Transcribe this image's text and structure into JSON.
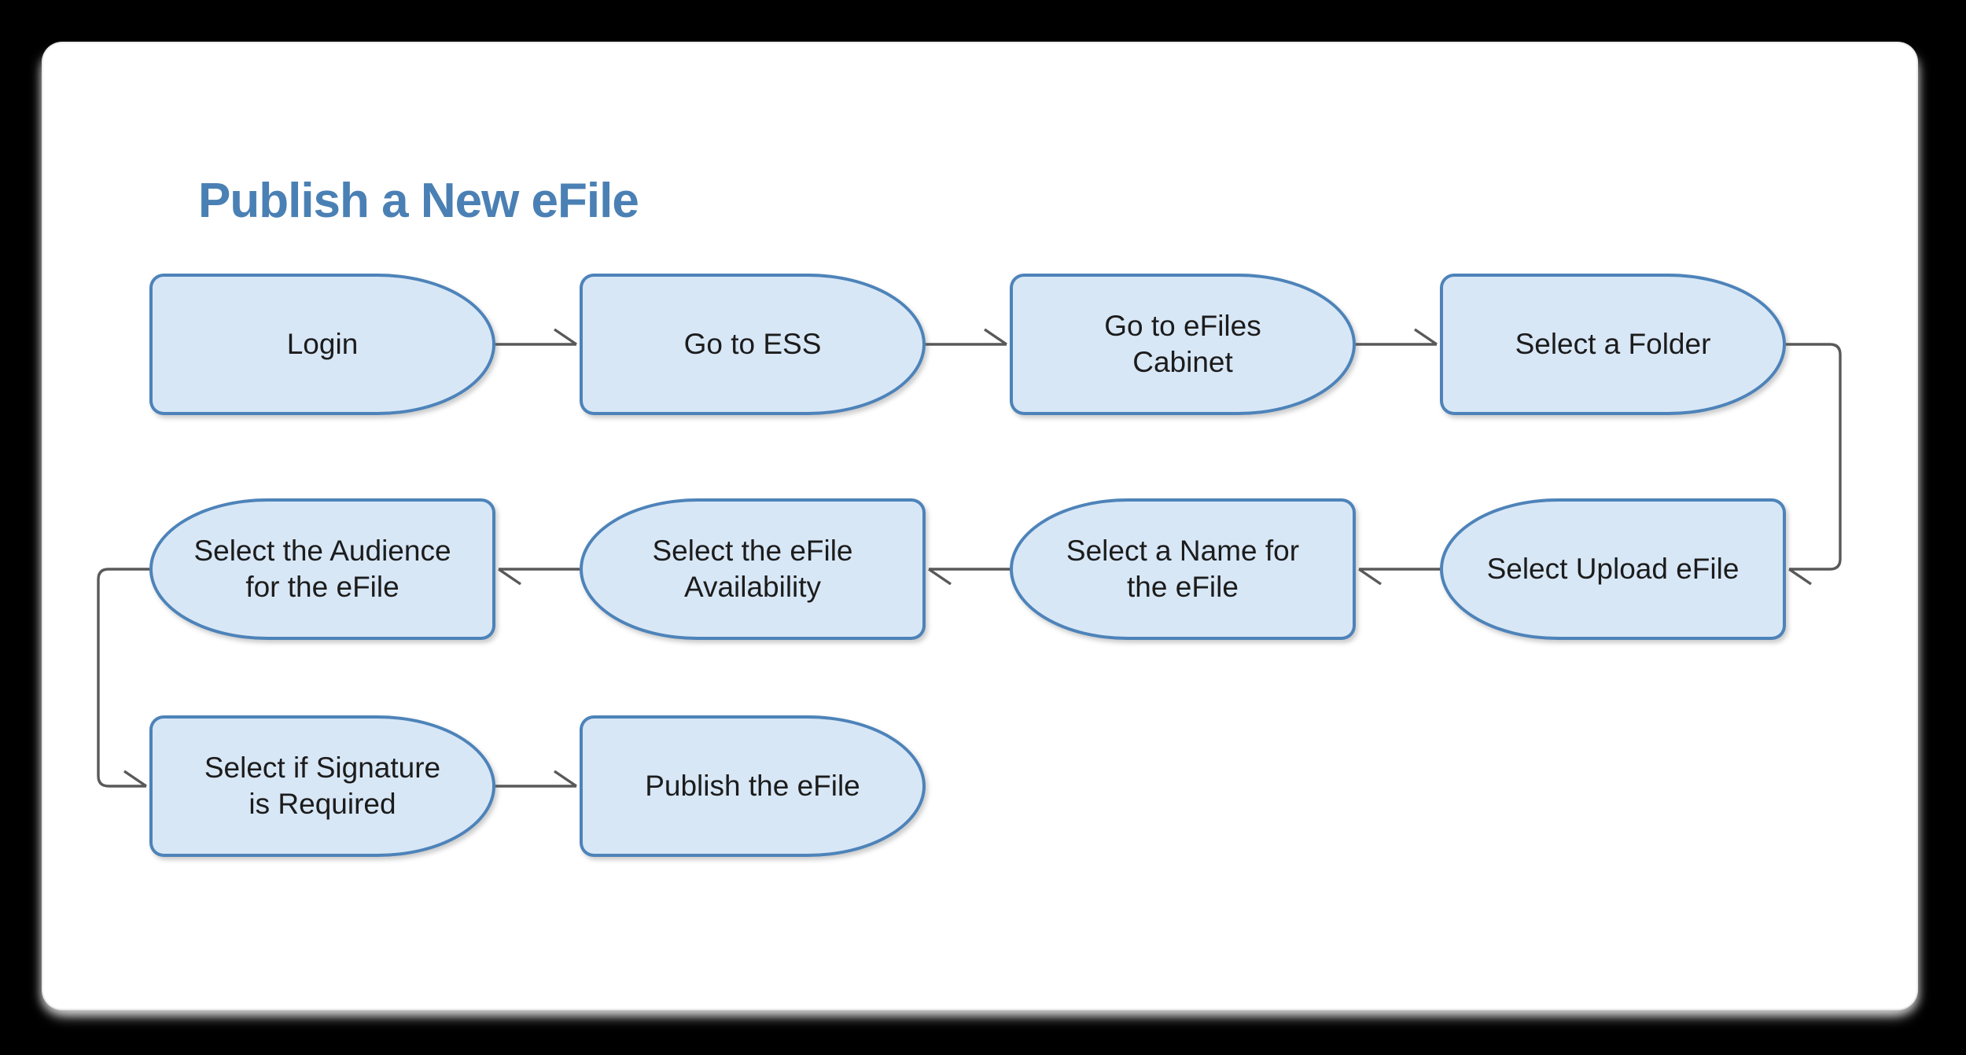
{
  "title": "Publish a New eFile",
  "colors": {
    "page_background": "#000000",
    "card_background": "#ffffff",
    "title_color": "#4a80b4",
    "node_fill": "#d8e7f6",
    "node_border": "#4d83b9",
    "node_text": "#1c1c1c",
    "connector_color": "#595959"
  },
  "diagram": {
    "type": "flowchart",
    "arrow_style": "half-open-arrowhead",
    "nodes": [
      {
        "id": "login",
        "step": 1,
        "label": "Login"
      },
      {
        "id": "go-to-ess",
        "step": 2,
        "label": "Go to ESS"
      },
      {
        "id": "go-to-efiles-cabinet",
        "step": 3,
        "label": "Go to eFiles Cabinet"
      },
      {
        "id": "select-a-folder",
        "step": 4,
        "label": "Select a Folder"
      },
      {
        "id": "select-upload-efile",
        "step": 5,
        "label": "Select Upload eFile"
      },
      {
        "id": "select-a-name-for-the-efile",
        "step": 6,
        "label": "Select a Name for the eFile"
      },
      {
        "id": "select-the-efile-availability",
        "step": 7,
        "label": "Select the eFile Availability"
      },
      {
        "id": "select-the-audience-for-the-efile",
        "step": 8,
        "label": "Select the Audience for the eFile"
      },
      {
        "id": "select-if-signature-is-required",
        "step": 9,
        "label": "Select if Signature is Required"
      },
      {
        "id": "publish-the-efile",
        "step": 10,
        "label": "Publish the eFile"
      }
    ],
    "edges": [
      {
        "from": "login",
        "to": "go-to-ess"
      },
      {
        "from": "go-to-ess",
        "to": "go-to-efiles-cabinet"
      },
      {
        "from": "go-to-efiles-cabinet",
        "to": "select-a-folder"
      },
      {
        "from": "select-a-folder",
        "to": "select-upload-efile"
      },
      {
        "from": "select-upload-efile",
        "to": "select-a-name-for-the-efile"
      },
      {
        "from": "select-a-name-for-the-efile",
        "to": "select-the-efile-availability"
      },
      {
        "from": "select-the-efile-availability",
        "to": "select-the-audience-for-the-efile"
      },
      {
        "from": "select-the-audience-for-the-efile",
        "to": "select-if-signature-is-required"
      },
      {
        "from": "select-if-signature-is-required",
        "to": "publish-the-efile"
      }
    ]
  }
}
